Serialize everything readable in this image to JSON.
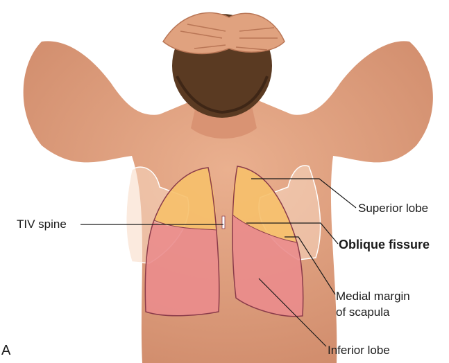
{
  "figure_letter": "A",
  "labels": {
    "tiv_spine": "TIV spine",
    "superior_lobe": "Superior lobe",
    "oblique_fissure": "Oblique fissure",
    "medial_margin_line1": "Medial margin",
    "medial_margin_line2": "of scapula",
    "inferior_lobe": "Inferior lobe"
  },
  "colors": {
    "skin": "#e3a382",
    "skin_shadow": "#c77e60",
    "hair": "#5a3a22",
    "superior_lobe": "#f6c06a",
    "inferior_lobe": "#ea8c8c",
    "lung_outline": "#8a3b4a",
    "scapula": "#f7d9c2"
  }
}
